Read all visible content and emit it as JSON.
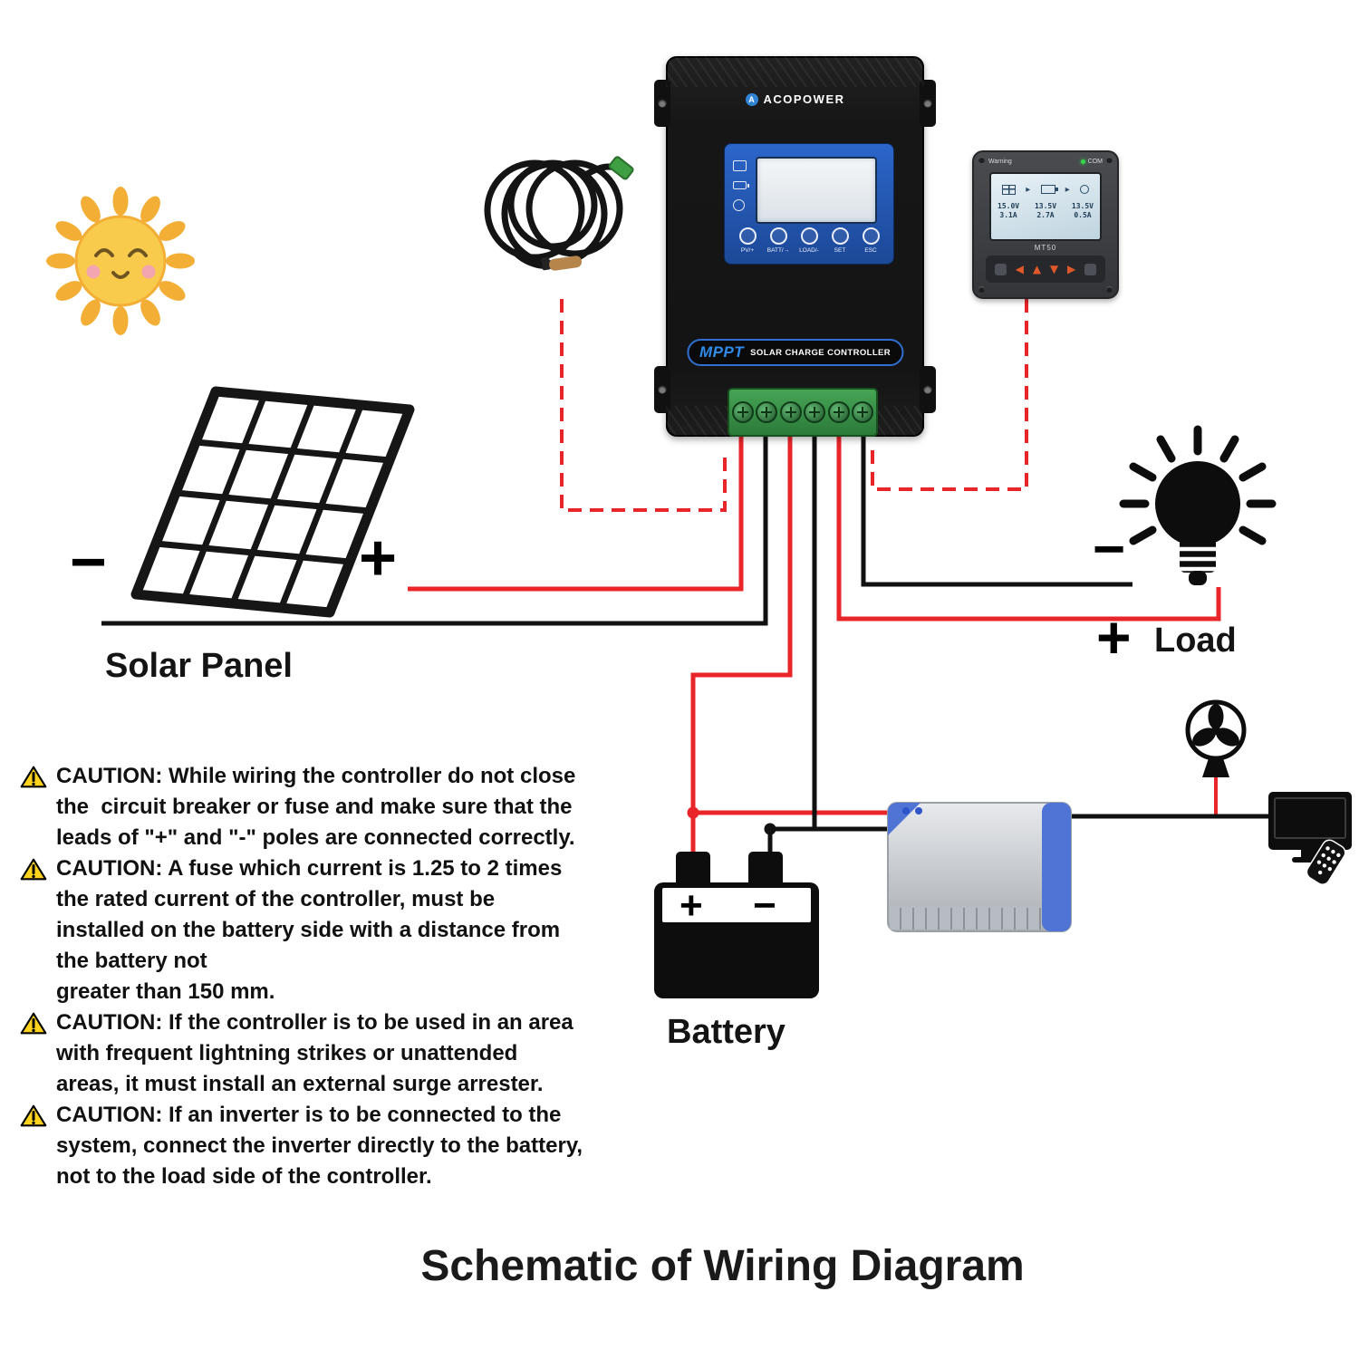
{
  "title": "Schematic of Wiring Diagram",
  "labels": {
    "solar_panel": "Solar Panel",
    "battery": "Battery",
    "load": "Load"
  },
  "symbols": {
    "plus": "+",
    "minus": "−"
  },
  "controller": {
    "brand": "ACOPOWER",
    "logo_letter": "A",
    "mppt": "MPPT",
    "banner": "SOLAR CHARGE CONTROLLER",
    "buttons": [
      "PV/+",
      "BATT/→",
      "LOAD/-",
      "SET",
      "ESC"
    ]
  },
  "remote_meter": {
    "model": "MT50",
    "status_left": "Warning",
    "status_right": "COM",
    "readings": [
      {
        "volts": "15.0V",
        "amps": "3.1A"
      },
      {
        "volts": "13.5V",
        "amps": "2.7A"
      },
      {
        "volts": "13.5V",
        "amps": "0.5A"
      }
    ]
  },
  "cautions": [
    "CAUTION: While wiring the controller do not close\nthe  circuit breaker or fuse and make sure that the\nleads of \"+\" and \"-\" poles are connected correctly.",
    "CAUTION: A fuse which current is 1.25 to 2 times\nthe rated current of the controller, must be\ninstalled on the battery side with a distance from\nthe battery not\ngreater than 150 mm.",
    "CAUTION: If the controller is to be used in an area\nwith frequent lightning strikes or unattended\nareas, it must install an external surge arrester.",
    "CAUTION: If an inverter is to be connected to the\nsystem, connect the inverter directly to the battery,\nnot to the load side of the controller."
  ],
  "colors": {
    "wire_red": "#e8262a",
    "wire_black": "#111111",
    "accent_blue": "#2f6fd0",
    "terminal_green": "#2e8b3d",
    "sun_yellow": "#f9cb4d",
    "warning_yellow": "#ffd21e"
  }
}
